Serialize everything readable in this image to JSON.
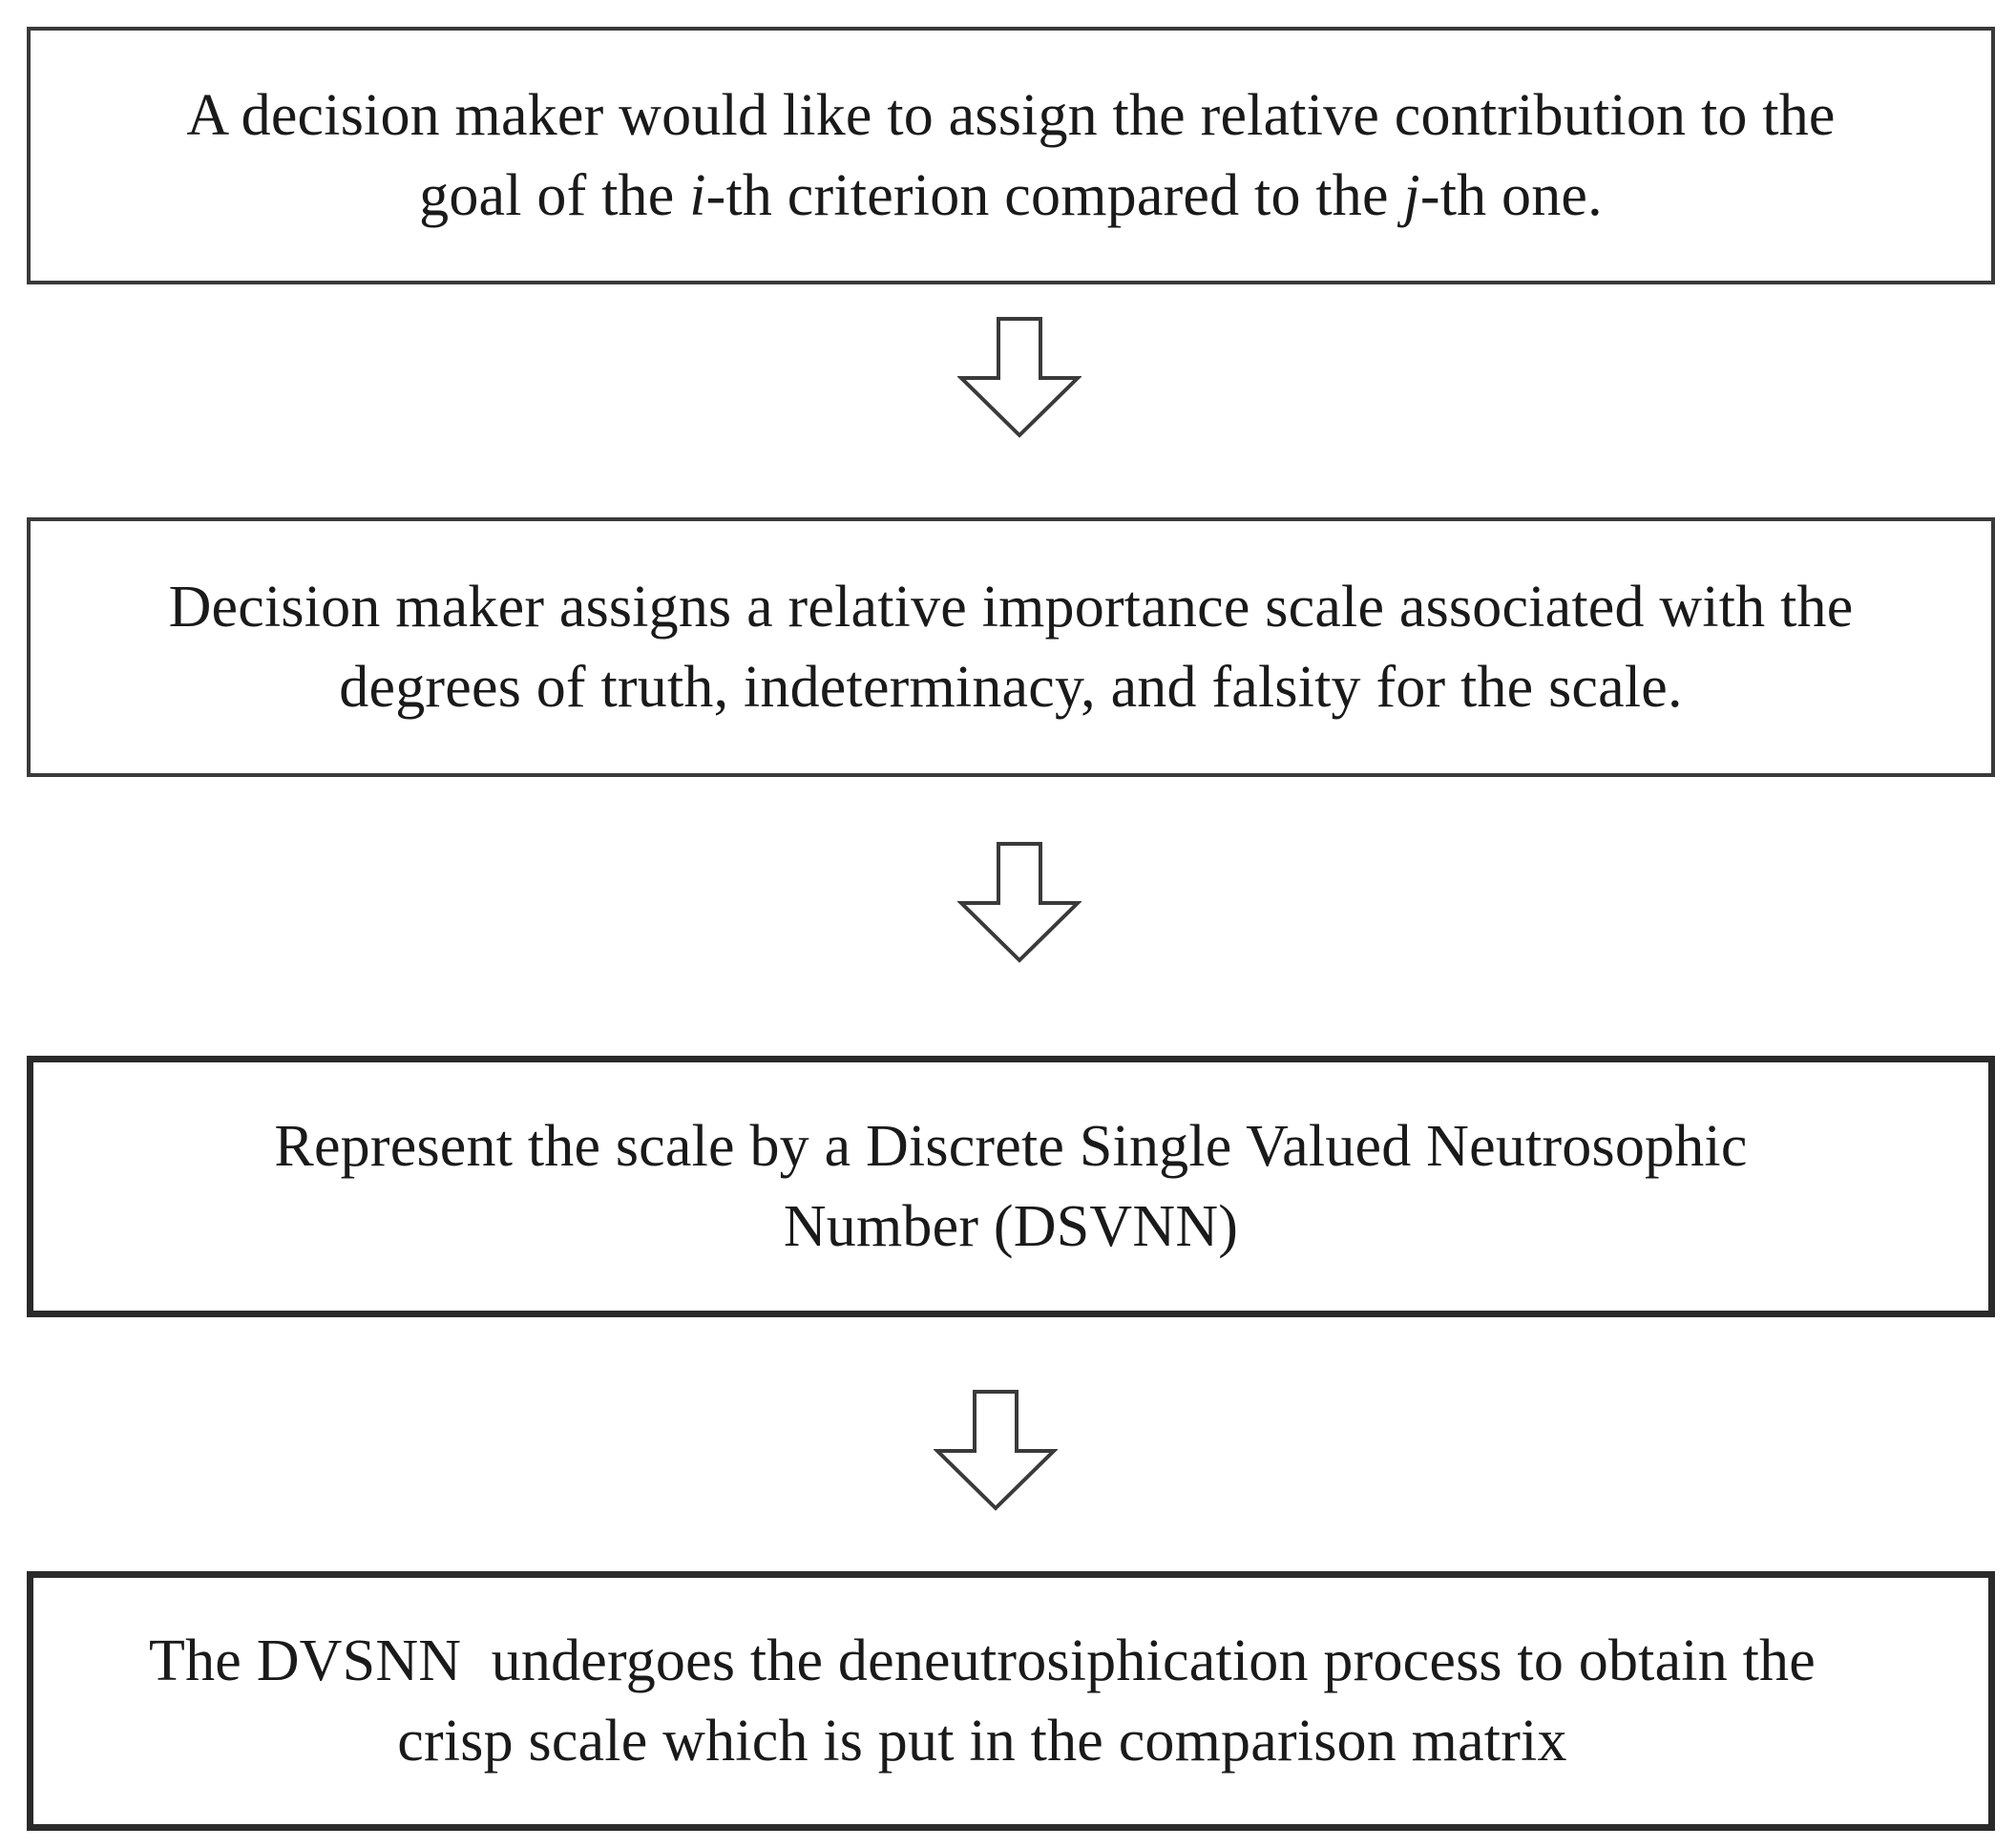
{
  "flowchart": {
    "steps": [
      {
        "line1": "A decision maker would like to assign the relative contribution to the",
        "line2_pre": "goal of the ",
        "line2_i": "i",
        "line2_mid": "-th criterion compared to the ",
        "line2_j": "j",
        "line2_post": "-th one."
      },
      {
        "line1": "Decision maker assigns a relative importance scale associated with the",
        "line2": "degrees of truth, indeterminacy, and falsity for the scale."
      },
      {
        "line1": "Represent the scale by a Discrete Single Valued Neutrosophic",
        "line2": "Number (DSVNN)"
      },
      {
        "line1": "The DVSNN  undergoes the deneutrosiphication process to obtain the",
        "line2": "crisp scale which is put in the comparison matrix"
      }
    ],
    "arrow_icon": "down-arrow-outline-icon",
    "colors": {
      "border": "#3a3a3a",
      "text": "#1a1a1a",
      "background": "#ffffff"
    }
  }
}
